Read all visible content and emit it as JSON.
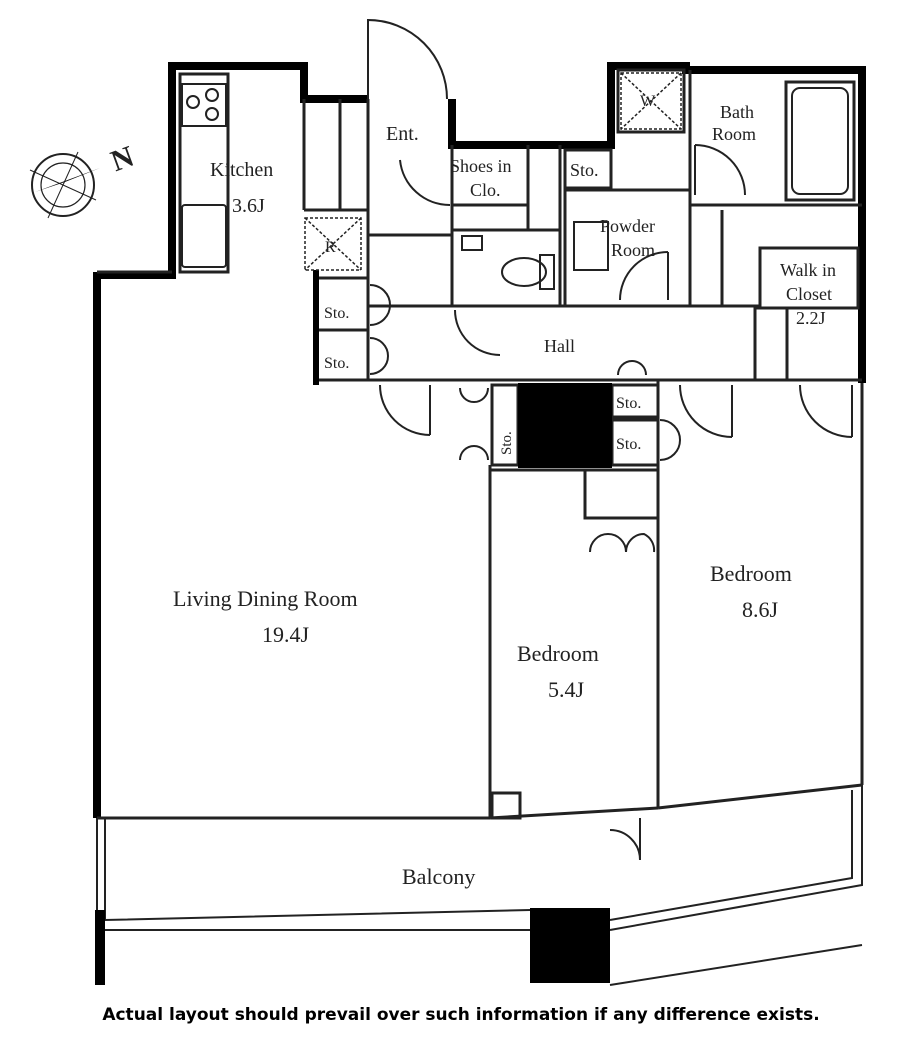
{
  "plan": {
    "compass_label": "N",
    "rooms": {
      "kitchen": {
        "name": "Kitchen",
        "size": "3.6J"
      },
      "entrance": {
        "name": "Ent."
      },
      "shoes_closet": {
        "line1": "Shoes in",
        "line2": "Clo."
      },
      "storage": "Sto.",
      "washer": "W",
      "refrigerator": "R",
      "bath": {
        "line1": "Bath",
        "line2": "Room"
      },
      "powder": {
        "line1": "Powder",
        "line2": "Room"
      },
      "walk_in_closet": {
        "line1": "Walk in",
        "line2": "Closet",
        "size": "2.2J"
      },
      "hall": {
        "name": "Hall"
      },
      "living": {
        "name": "Living Dining Room",
        "size": "19.4J"
      },
      "bedroom_small": {
        "name": "Bedroom",
        "size": "5.4J"
      },
      "bedroom_large": {
        "name": "Bedroom",
        "size": "8.6J"
      },
      "balcony": {
        "name": "Balcony"
      }
    }
  },
  "disclaimer": "Actual layout should prevail over such information if any difference exists.",
  "colors": {
    "wall": "#000000",
    "line": "#222222",
    "background": "#ffffff"
  }
}
